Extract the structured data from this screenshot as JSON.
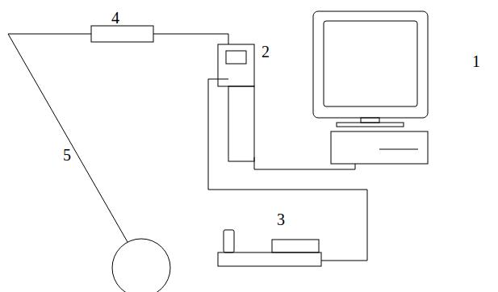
{
  "diagram": {
    "labels": [
      "4",
      "2",
      "1",
      "5",
      "3"
    ]
  }
}
